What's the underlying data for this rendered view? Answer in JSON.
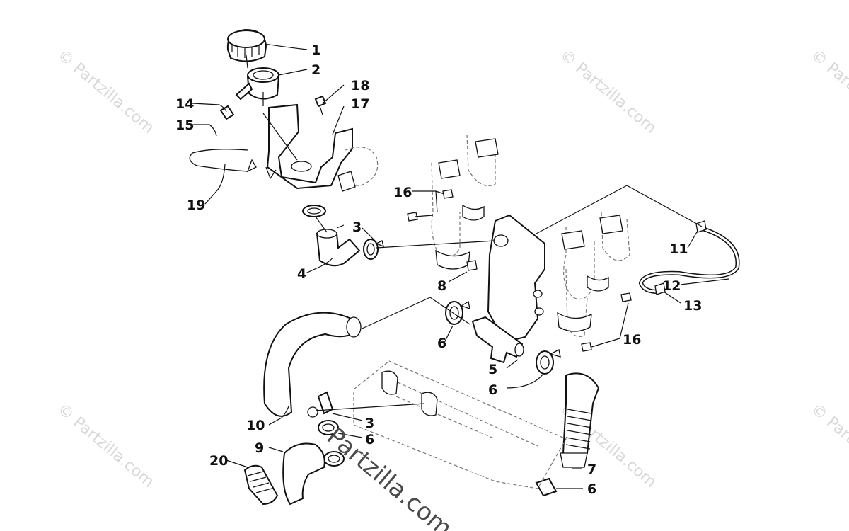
{
  "watermarks": [
    "© Partzilla.com",
    "© Partzilla.com",
    "© Partzilla.com",
    "© Partzilla.com",
    "© Partzilla.com",
    "© Partzilla.com"
  ],
  "center_watermark": "Partzilla.com",
  "callouts": {
    "c1": "1",
    "c2": "2",
    "c3a": "3",
    "c3b": "3",
    "c4": "4",
    "c5": "5",
    "c6a": "6",
    "c6b": "6",
    "c6c": "6",
    "c6d": "6",
    "c7": "7",
    "c8": "8",
    "c9": "9",
    "c10": "10",
    "c11": "11",
    "c12": "12",
    "c13": "13",
    "c14": "14",
    "c15": "15",
    "c16a": "16",
    "c16b": "16",
    "c17": "17",
    "c18": "18",
    "c19": "19",
    "c20": "20"
  }
}
